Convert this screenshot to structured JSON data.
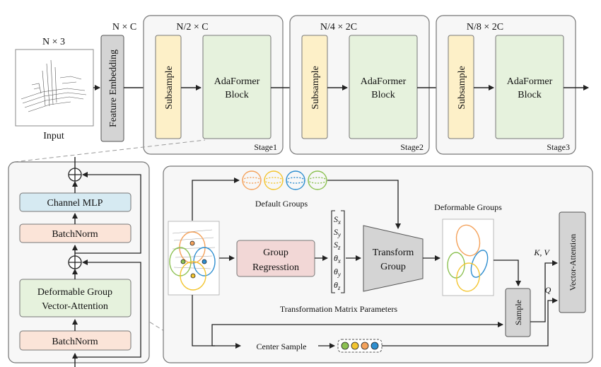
{
  "input": {
    "shape_label": "N × 3",
    "caption": "Input"
  },
  "feature_embedding": {
    "label": "Feature Embedding",
    "dim_label": "N × C"
  },
  "stages": [
    {
      "dim_label": "N/2 × C",
      "subsample": "Subsample",
      "block_line1": "AdaFormer",
      "block_line2": "Block",
      "name": "Stage1"
    },
    {
      "dim_label": "N/4 × 2C",
      "subsample": "Subsample",
      "block_line1": "AdaFormer",
      "block_line2": "Block",
      "name": "Stage2"
    },
    {
      "dim_label": "N/8 × 2C",
      "subsample": "Subsample",
      "block_line1": "AdaFormer",
      "block_line2": "Block",
      "name": "Stage3"
    }
  ],
  "block_detail": {
    "channel_mlp": "Channel MLP",
    "batchnorm_top": "BatchNorm",
    "dgva_line1": "Deformable Group",
    "dgva_line2": "Vector-Attention",
    "batchnorm_bottom": "BatchNorm"
  },
  "attention_detail": {
    "default_groups": "Default Groups",
    "deformable_groups": "Deformable Groups",
    "group_regression_line1": "Group",
    "group_regression_line2": "Regresstion",
    "transform_line1": "Transform",
    "transform_line2": "Group",
    "params": [
      "S",
      "S",
      "S",
      "θ",
      "θ",
      "θ"
    ],
    "param_subs": [
      "x",
      "y",
      "z",
      "x",
      "y",
      "z"
    ],
    "params_caption": "Transformation Matrix Parameters",
    "sample": "Sample",
    "vector_attention": "Vector-Attention",
    "kv_label": "K, V",
    "q_label": "Q",
    "center_sample": "Center Sample"
  },
  "colors": {
    "subsample_fill": "#fdf0c8",
    "block_fill": "#e6f2dd",
    "mlp_fill": "#d6eaf2",
    "bn_fill": "#fbe4d8",
    "regression_fill": "#f2d7d6",
    "stage_fill": "#f7f7f7",
    "gray_fill": "#d4d4d4",
    "group_orange": "#f4a25b",
    "group_yellow": "#f3c530",
    "group_blue": "#2f8fd0",
    "group_green": "#8cc152"
  }
}
